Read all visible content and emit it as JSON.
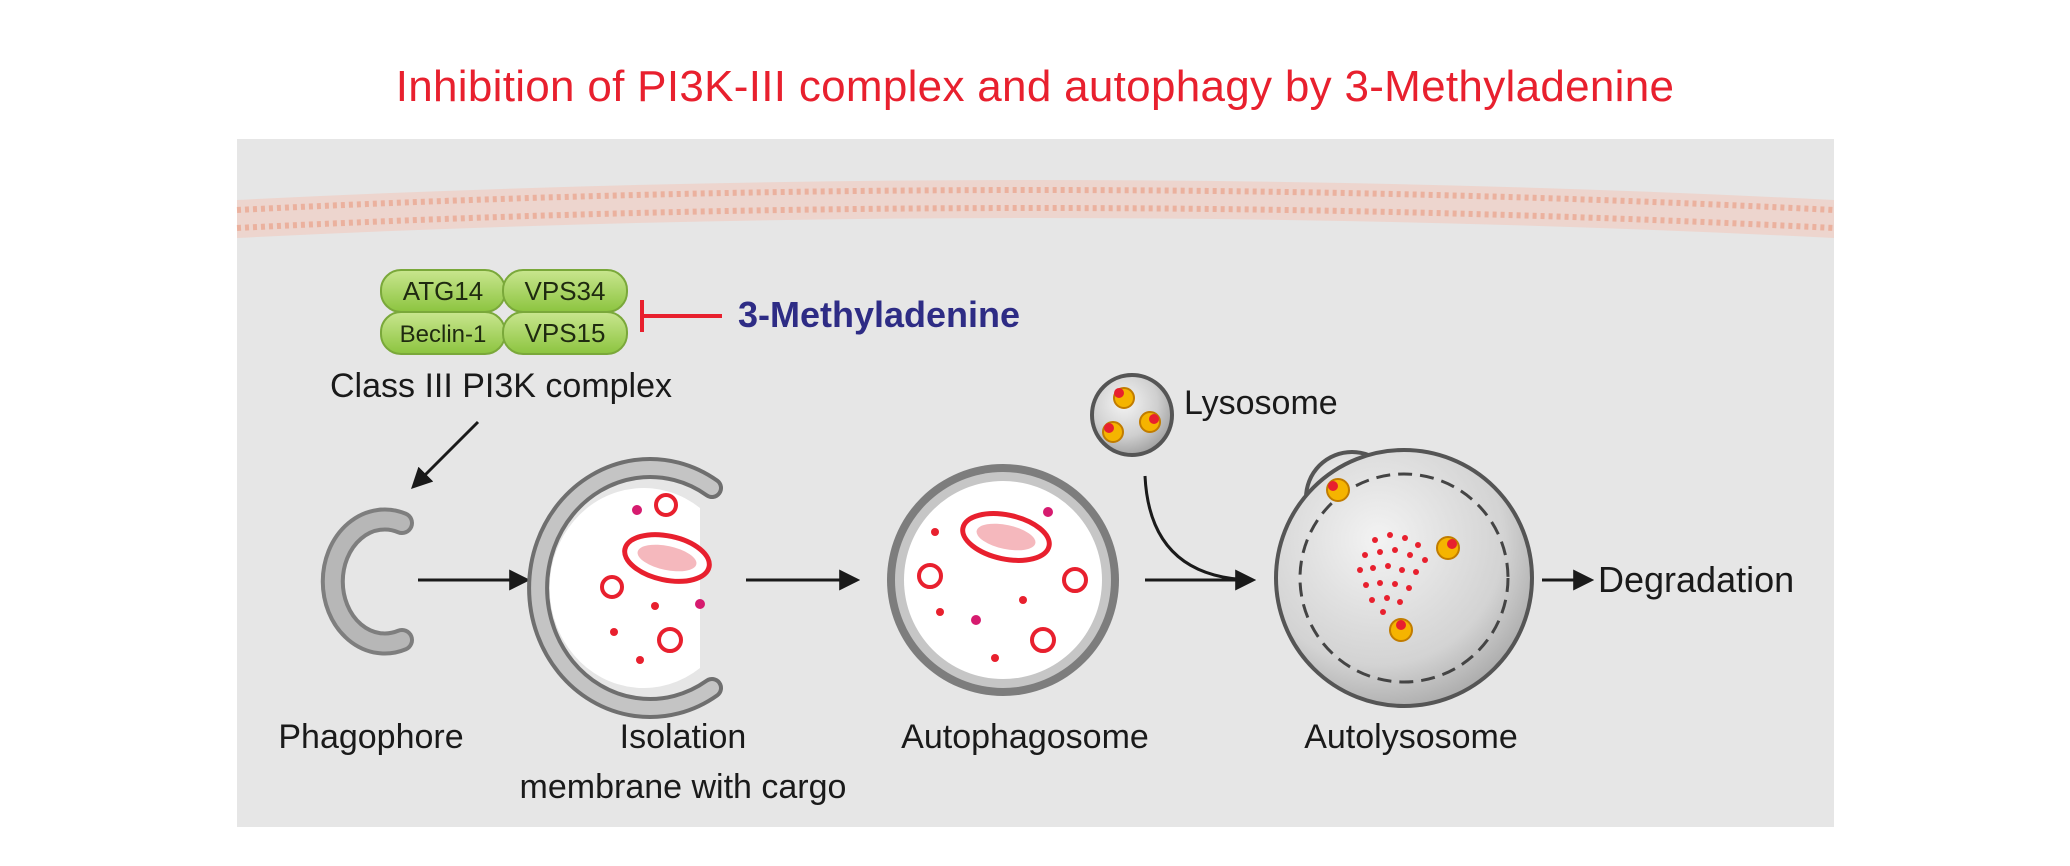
{
  "title": "Inhibition of PI3K-III complex and autophagy by 3-Methyladenine",
  "complex": {
    "proteins": [
      "ATG14",
      "VPS34",
      "Beclin-1",
      "VPS15"
    ],
    "caption": "Class III PI3K complex"
  },
  "inhibitor": "3-Methyladenine",
  "lysosome": "Lysosome",
  "stages": {
    "phagophore": "Phagophore",
    "isolation_line1": "Isolation",
    "isolation_line2": "membrane with cargo",
    "autophagosome": "Autophagosome",
    "autolysosome": "Autolysosome",
    "degradation": "Degradation"
  },
  "colors": {
    "title": "#e8202e",
    "inhibitor": "#2e2c85",
    "protein_fill": "#a9d466",
    "cell_bg": "#e6e6e6"
  }
}
